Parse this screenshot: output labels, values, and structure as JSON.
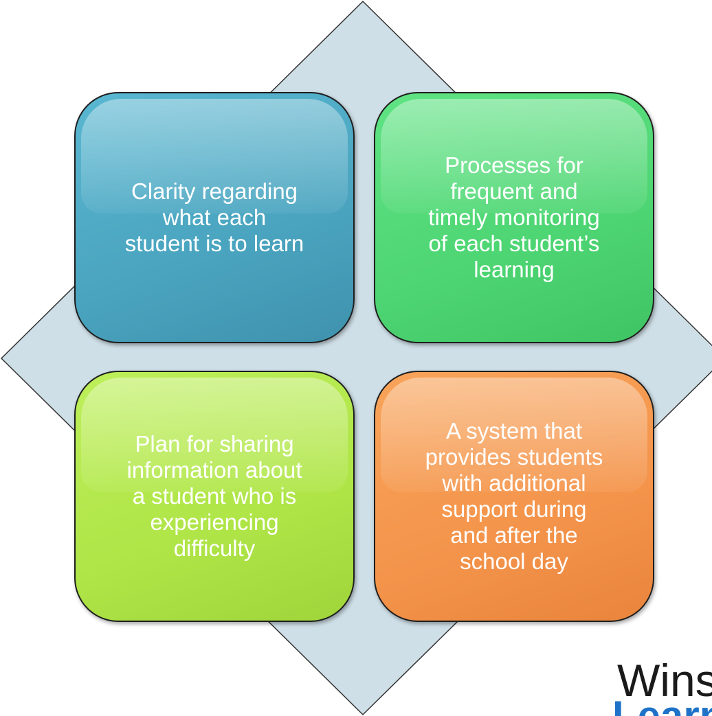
{
  "boxes": {
    "top_left": "Clarity regarding\nwhat each\nstudent is to learn",
    "top_right": "Processes for\nfrequent and\ntimely monitoring\nof each student’s\nlearning",
    "bottom_left": "Plan for sharing\ninformation about\na student who is\nexperiencing\ndifficulty",
    "bottom_right": "A system that\nprovides students\nwith additional\nsupport during\nand after the\nschool day"
  },
  "logo": {
    "line1": "Wins",
    "line2": "Learnin"
  },
  "colors": {
    "diamond_fill": "#cfdfe7",
    "top_left": "#4aa4bf",
    "top_right": "#4ed573",
    "bottom_left": "#afe547",
    "bottom_right": "#f4944b",
    "logo_blue": "#1e73c8"
  }
}
